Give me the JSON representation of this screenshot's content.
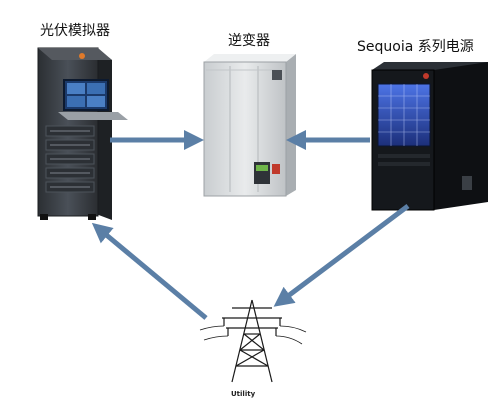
{
  "labels": {
    "pv_simulator": "光伏模拟器",
    "inverter": "逆变器",
    "sequoia": "Sequoia 系列电源",
    "utility": "Utility"
  },
  "colors": {
    "arrow": "#5b7fa6",
    "rack": "#3a3f45",
    "inverter_body": "#d7dadc",
    "sequoia_body": "#15181c",
    "sequoia_screen": "#2a4bb0"
  },
  "nodes": [
    {
      "id": "pv-simulator",
      "icon": "server-rack-icon"
    },
    {
      "id": "inverter",
      "icon": "inverter-cabinet-icon"
    },
    {
      "id": "sequoia",
      "icon": "power-supply-cabinet-icon"
    },
    {
      "id": "utility",
      "icon": "transmission-tower-icon"
    }
  ],
  "edges": [
    {
      "from": "pv-simulator",
      "to": "inverter"
    },
    {
      "from": "sequoia",
      "to": "inverter"
    },
    {
      "from": "utility",
      "to": "pv-simulator"
    },
    {
      "from": "sequoia",
      "to": "utility"
    }
  ]
}
